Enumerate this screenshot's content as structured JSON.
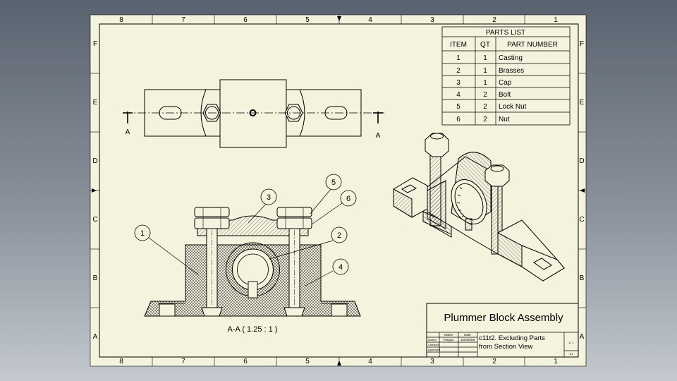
{
  "sheet": {
    "zone_columns": [
      "8",
      "7",
      "6",
      "5",
      "4",
      "3",
      "2",
      "1"
    ],
    "zone_rows": [
      "F",
      "E",
      "D",
      "C",
      "B",
      "A"
    ],
    "paper_color": "#f4f3de",
    "line_color": "#000000"
  },
  "section_marks": {
    "left": "A",
    "right": "A"
  },
  "section_view": {
    "caption": "A-A ( 1.25 : 1 )"
  },
  "balloons": [
    "1",
    "2",
    "3",
    "4",
    "5",
    "6"
  ],
  "parts_list": {
    "title": "PARTS LIST",
    "headers": [
      "ITEM",
      "QT",
      "PART NUMBER"
    ],
    "rows": [
      [
        "1",
        "1",
        "Casting"
      ],
      [
        "2",
        "1",
        "Brasses"
      ],
      [
        "3",
        "1",
        "Cap"
      ],
      [
        "4",
        "2",
        "Bolt"
      ],
      [
        "5",
        "2",
        "Lock Nut"
      ],
      [
        "6",
        "2",
        "Nut"
      ]
    ]
  },
  "title_block": {
    "title": "Plummer Block Assembly",
    "name_header": "Name",
    "date_header": "Date",
    "row_labels": [
      "Author",
      "Checked",
      "Approved"
    ],
    "author": "Fangos",
    "date": "4/24/2008",
    "description_line1": "c11t2. Excluding Parts",
    "description_line2": "from Section View",
    "sheet_no": "1 / 1",
    "rev": "A1"
  }
}
